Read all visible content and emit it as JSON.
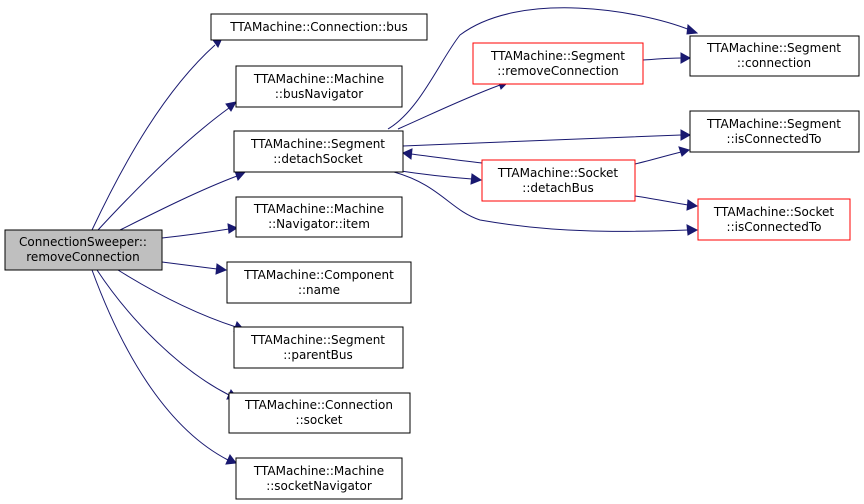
{
  "colors": {
    "edge": "#191970",
    "root_fill": "#bfbfbf",
    "node_border": "#000000",
    "red_border": "#ff0000"
  },
  "nodes": {
    "root": {
      "line1": "ConnectionSweeper::",
      "line2": "removeConnection"
    },
    "conn_bus": {
      "line1": "TTAMachine::Connection::bus"
    },
    "bus_nav": {
      "line1": "TTAMachine::Machine",
      "line2": "::busNavigator"
    },
    "seg_detach": {
      "line1": "TTAMachine::Segment",
      "line2": "::detachSocket"
    },
    "nav_item": {
      "line1": "TTAMachine::Machine",
      "line2": "::Navigator::item"
    },
    "comp_name": {
      "line1": "TTAMachine::Component",
      "line2": "::name"
    },
    "seg_parent": {
      "line1": "TTAMachine::Segment",
      "line2": "::parentBus"
    },
    "conn_socket": {
      "line1": "TTAMachine::Connection",
      "line2": "::socket"
    },
    "sock_nav": {
      "line1": "TTAMachine::Machine",
      "line2": "::socketNavigator"
    },
    "seg_remove": {
      "line1": "TTAMachine::Segment",
      "line2": "::removeConnection"
    },
    "sock_detach": {
      "line1": "TTAMachine::Socket",
      "line2": "::detachBus"
    },
    "seg_conn": {
      "line1": "TTAMachine::Segment",
      "line2": "::connection"
    },
    "seg_isconn": {
      "line1": "TTAMachine::Segment",
      "line2": "::isConnectedTo"
    },
    "sock_isconn": {
      "line1": "TTAMachine::Socket",
      "line2": "::isConnectedTo"
    }
  }
}
